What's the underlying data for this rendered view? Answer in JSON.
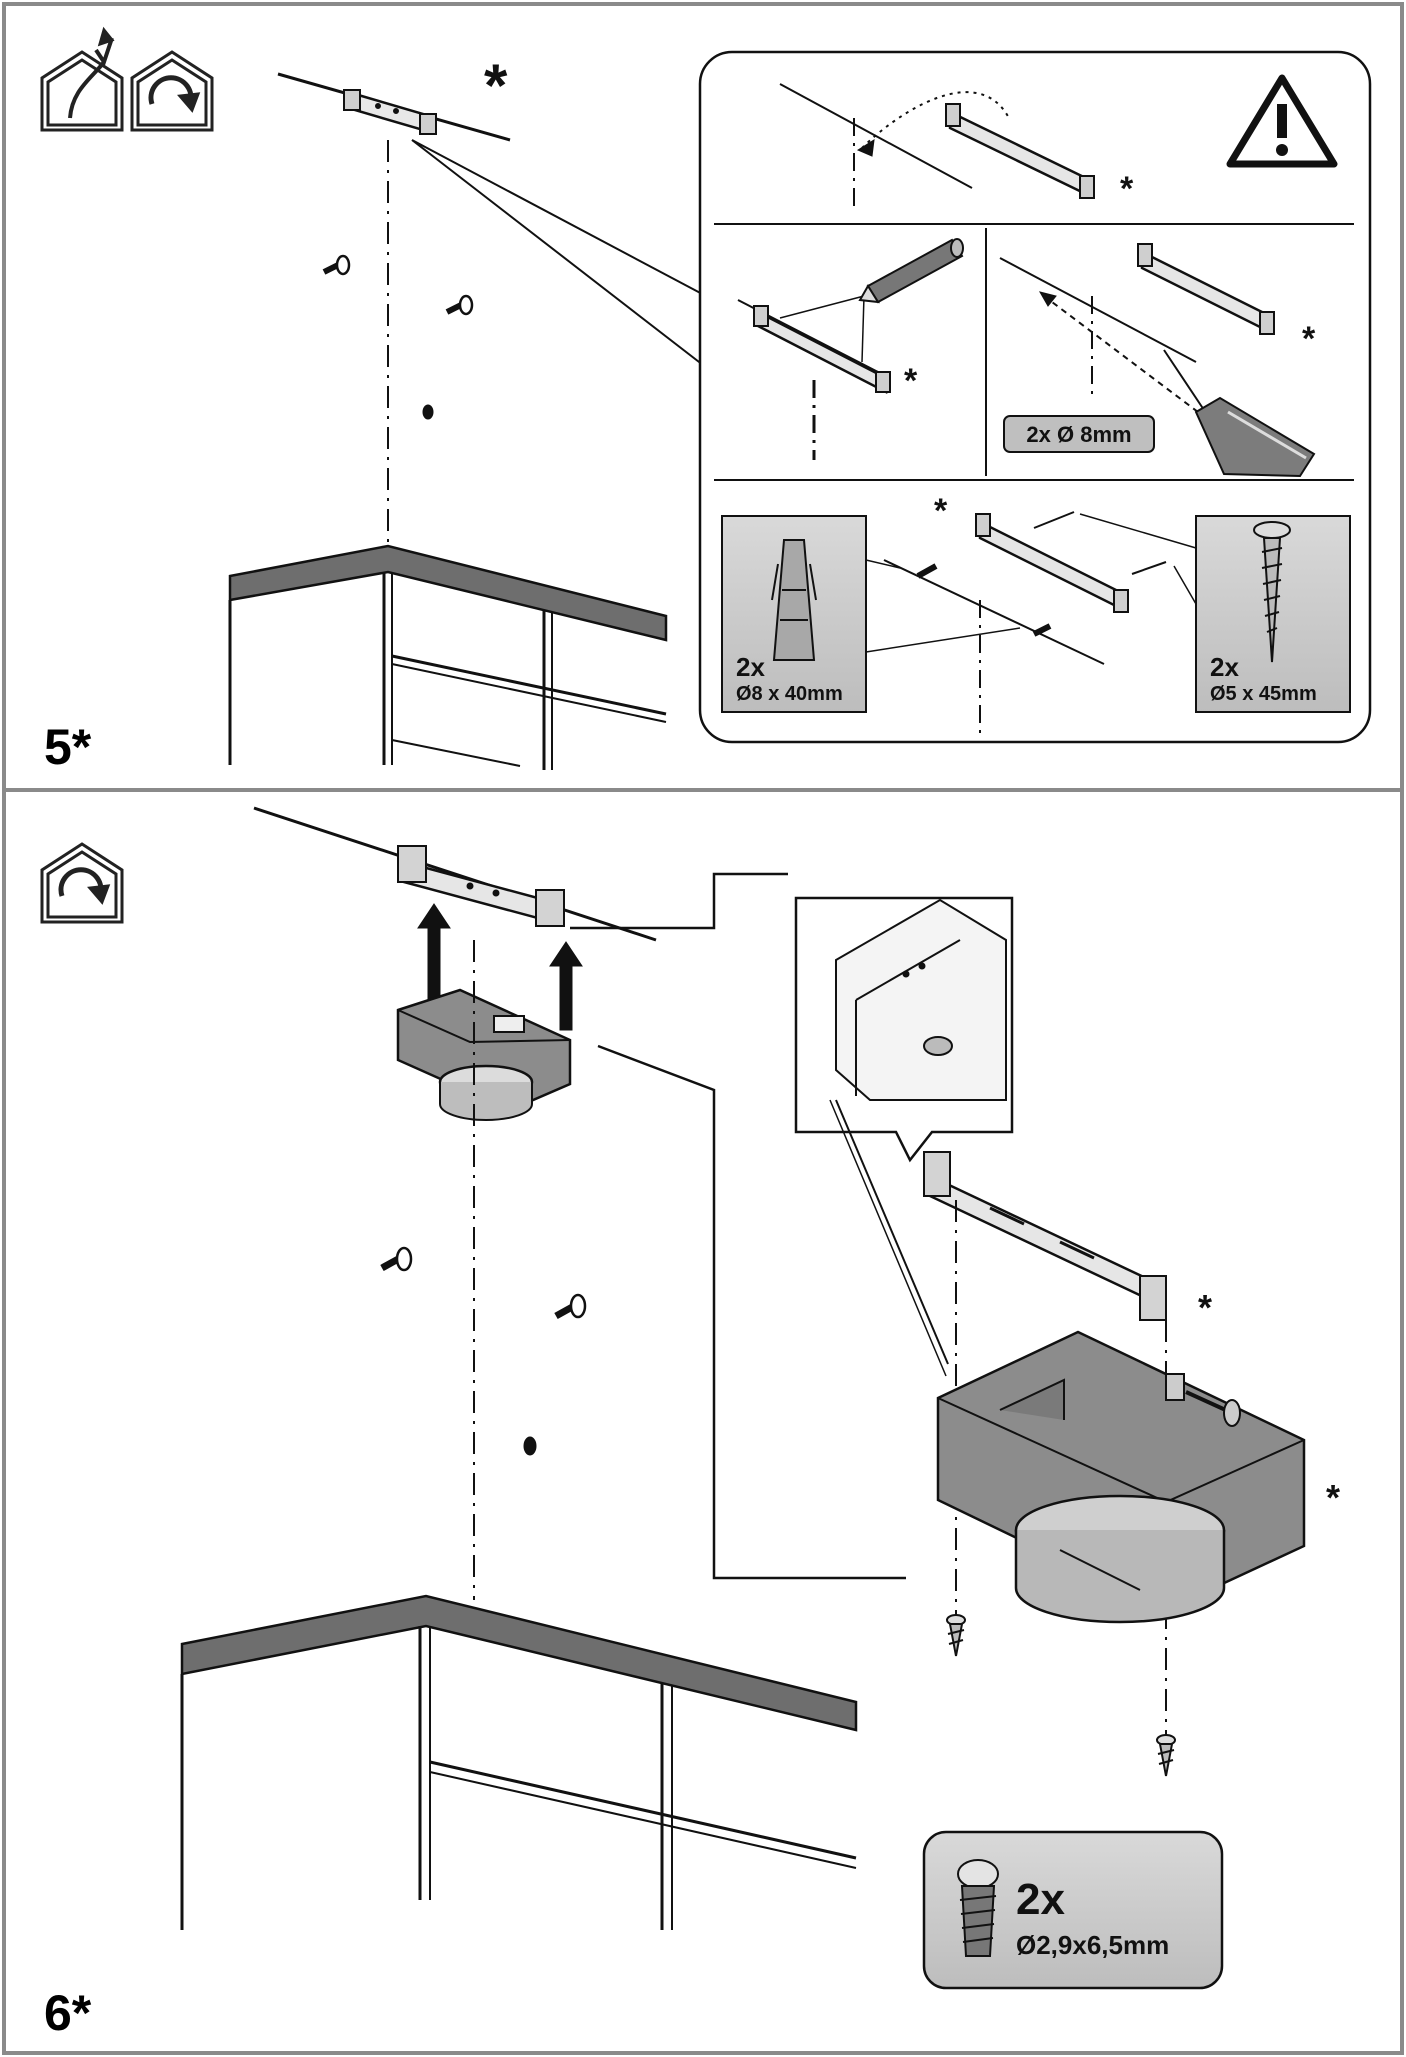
{
  "step5": {
    "number": "5*",
    "main_asterisk": "*",
    "inset_asterisks": [
      "*",
      "*",
      "*",
      "*"
    ],
    "drill_label": "2x Ø 8mm",
    "plug_qty": "2x",
    "plug_size": "Ø8 x 40mm",
    "screw_qty": "2x",
    "screw_size": "Ø5 x 45mm",
    "icons": [
      "exhaust-air-mode-icon",
      "recirculation-mode-icon",
      "warning-icon"
    ]
  },
  "step6": {
    "number": "6*",
    "asterisks": [
      "*",
      "*"
    ],
    "screw_qty": "2x",
    "screw_size": "Ø2,9x6,5mm",
    "icons": [
      "recirculation-mode-icon"
    ]
  },
  "colors": {
    "frame": "#8a8a8a",
    "callout_fill": "#c8c8c8",
    "part_fill": "#8c8c8c",
    "line": "#111111"
  }
}
